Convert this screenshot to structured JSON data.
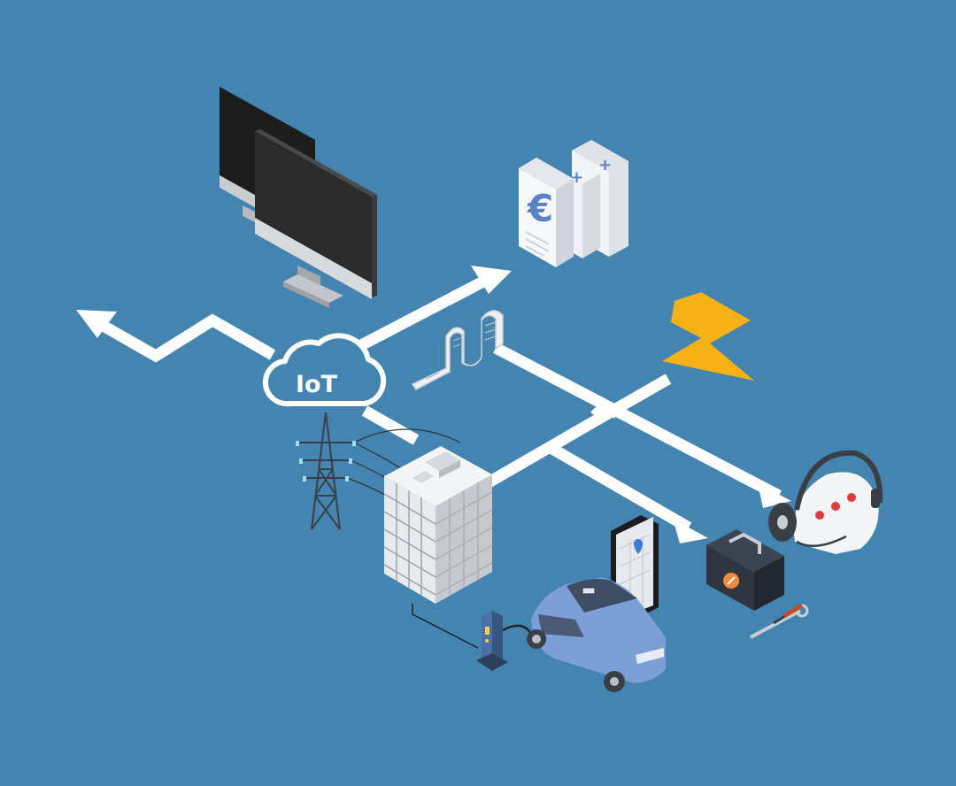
{
  "colors": {
    "background": "#4484b0",
    "flow_line": "#ffffff",
    "lightning": "#f5b116",
    "car_body": "#7b9fd6",
    "toolbox": "#2f3642",
    "toolbox_accent": "#f08a3c",
    "notification_dot": "#e23a3a",
    "euro_symbol": "#5a82c6"
  },
  "diagram": {
    "hub": {
      "label": "IoT",
      "icon": "cloud-icon"
    },
    "nodes": [
      {
        "id": "monitors",
        "icon": "desktop-monitor-icon"
      },
      {
        "id": "invoices",
        "icon": "euro-invoice-icon",
        "symbol": "€",
        "plus": "+"
      },
      {
        "id": "energy",
        "icon": "lightning-bolt-icon"
      },
      {
        "id": "meter_data",
        "icon": "data-tape-icon"
      },
      {
        "id": "grid",
        "icon": "power-pylon-icon"
      },
      {
        "id": "building",
        "icon": "office-building-icon"
      },
      {
        "id": "charging",
        "icon": "charging-station-icon"
      },
      {
        "id": "vehicle",
        "icon": "electric-car-icon"
      },
      {
        "id": "mobile",
        "icon": "smartphone-map-icon"
      },
      {
        "id": "maintenance",
        "icon": "toolbox-icon"
      },
      {
        "id": "tools",
        "icon": "wrench-screwdriver-icon"
      },
      {
        "id": "support",
        "icon": "support-headset-icon"
      }
    ]
  }
}
